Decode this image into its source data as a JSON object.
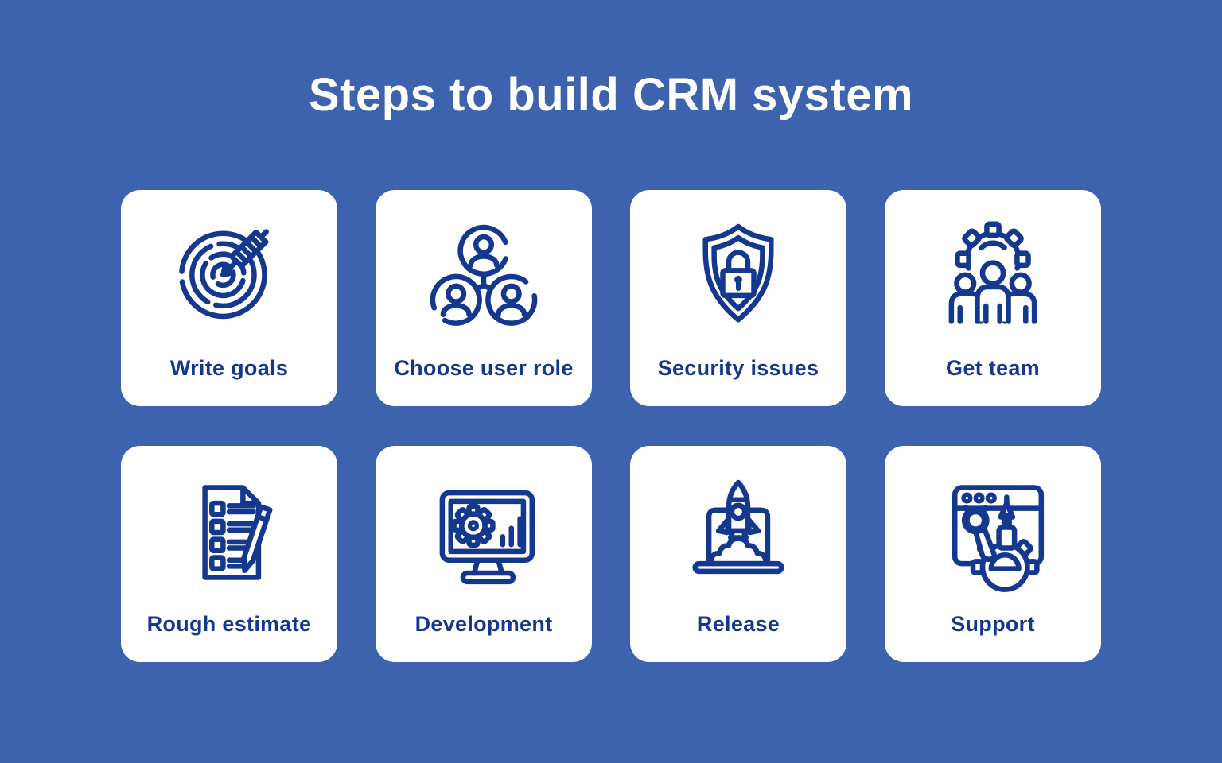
{
  "title": "Steps to build CRM system",
  "colors": {
    "background": "#3D63AE",
    "card": "#FFFFFF",
    "accent": "#14388E",
    "title_text": "#FFFFFF"
  },
  "cards": [
    {
      "label": "Write goals",
      "icon": "target-arrow-icon"
    },
    {
      "label": "Choose user role",
      "icon": "user-hierarchy-icon"
    },
    {
      "label": "Security issues",
      "icon": "shield-lock-icon"
    },
    {
      "label": "Get team",
      "icon": "team-gear-icon"
    },
    {
      "label": "Rough estimate",
      "icon": "checklist-pencil-icon"
    },
    {
      "label": "Development",
      "icon": "monitor-gear-icon"
    },
    {
      "label": "Release",
      "icon": "rocket-launch-icon"
    },
    {
      "label": "Support",
      "icon": "support-tools-icon"
    }
  ]
}
